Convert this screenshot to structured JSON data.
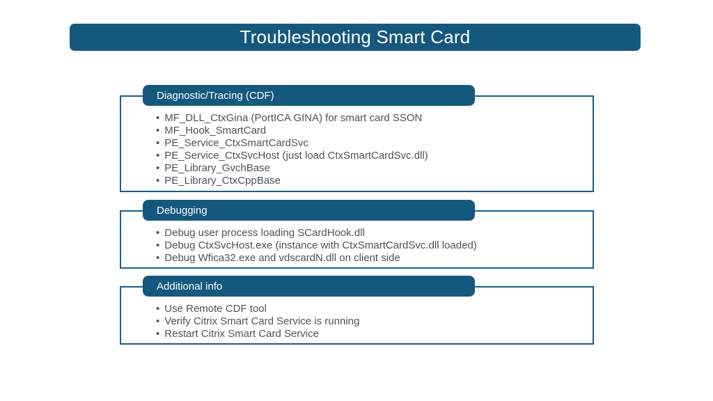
{
  "slide": {
    "title": "Troubleshooting Smart Card",
    "colors": {
      "header_fill": "#15587E",
      "box_border": "#135F8C",
      "bullet_text": "#4A525A",
      "background": "#FFFFFF"
    },
    "sections": [
      {
        "header": "Diagnostic/Tracing (CDF)",
        "bullets": [
          "MF_DLL_CtxGina (PortICA GINA) for smart card SSON",
          "MF_Hook_SmartCard",
          "PE_Service_CtxSmartCardSvc",
          "PE_Service_CtxSvcHost (just load CtxSmartCardSvc.dll)",
          "PE_Library_GvchBase",
          "PE_Library_CtxCppBase"
        ]
      },
      {
        "header": "Debugging",
        "bullets": [
          "Debug user process loading SCardHook.dll",
          "Debug CtxSvcHost.exe (instance with CtxSmartCardSvc.dll loaded)",
          "Debug Wfica32.exe and vdscardN.dll on client side"
        ]
      },
      {
        "header": "Additional info",
        "bullets": [
          "Use Remote CDF tool",
          "Verify Citrix Smart Card Service is running",
          "Restart Citrix Smart Card Service"
        ]
      }
    ]
  }
}
